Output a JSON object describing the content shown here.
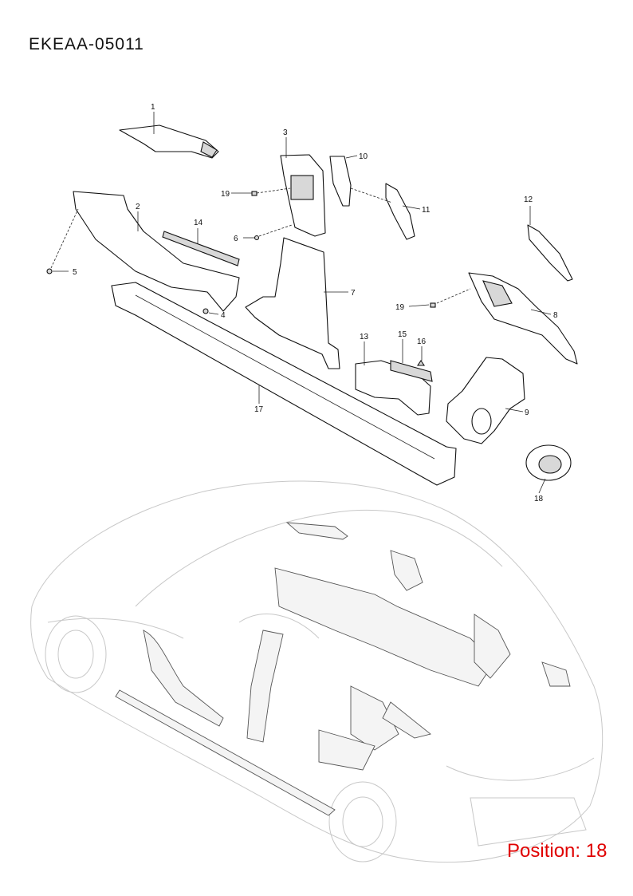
{
  "header": {
    "code": "EKEAA-05011"
  },
  "position": {
    "label": "Position: 18",
    "color": "#e00000"
  },
  "callouts": [
    {
      "id": "c1",
      "text": "1"
    },
    {
      "id": "c2",
      "text": "2"
    },
    {
      "id": "c3",
      "text": "3"
    },
    {
      "id": "c4",
      "text": "4"
    },
    {
      "id": "c5",
      "text": "5"
    },
    {
      "id": "c6",
      "text": "6"
    },
    {
      "id": "c7",
      "text": "7"
    },
    {
      "id": "c8",
      "text": "8"
    },
    {
      "id": "c9",
      "text": "9"
    },
    {
      "id": "c10",
      "text": "10"
    },
    {
      "id": "c11",
      "text": "11"
    },
    {
      "id": "c12",
      "text": "12"
    },
    {
      "id": "c13",
      "text": "13"
    },
    {
      "id": "c14",
      "text": "14"
    },
    {
      "id": "c15",
      "text": "15"
    },
    {
      "id": "c16",
      "text": "16"
    },
    {
      "id": "c17",
      "text": "17"
    },
    {
      "id": "c18",
      "text": "18"
    },
    {
      "id": "c19a",
      "text": "19"
    },
    {
      "id": "c19b",
      "text": "19"
    }
  ]
}
